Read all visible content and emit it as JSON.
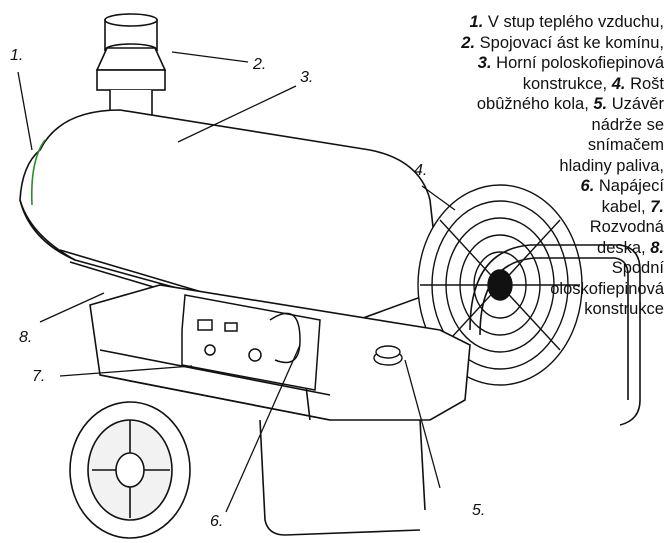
{
  "callouts": [
    "1.",
    "2.",
    "3.",
    "4.",
    "5.",
    "6.",
    "7.",
    "8."
  ],
  "legend_lines": [
    [
      {
        "t": "1.",
        "num": true
      },
      {
        "t": " V stup teplého vzduchu,"
      }
    ],
    [
      {
        "t": "2.",
        "num": true
      },
      {
        "t": " Spojovací ást ke komínu,"
      }
    ],
    [
      {
        "t": "3.",
        "num": true
      },
      {
        "t": " Horní poloskofiepinová"
      }
    ],
    [
      {
        "t": "konstrukce, "
      },
      {
        "t": "4.",
        "num": true
      },
      {
        "t": " Rošt"
      }
    ],
    [
      {
        "t": "obûžného kola, "
      },
      {
        "t": "5.",
        "num": true
      },
      {
        "t": " Uzávěr"
      }
    ],
    [
      {
        "t": "nádrže se"
      }
    ],
    [
      {
        "t": "snímačem"
      }
    ],
    [
      {
        "t": "hladiny paliva,"
      }
    ],
    [
      {
        "t": "6.",
        "num": true
      },
      {
        "t": " Napájecí"
      }
    ],
    [
      {
        "t": "kabel, "
      },
      {
        "t": "7.",
        "num": true
      }
    ],
    [
      {
        "t": "Rozvodná"
      }
    ],
    [
      {
        "t": "deska, "
      },
      {
        "t": "8.",
        "num": true
      }
    ],
    [
      {
        "t": "Spodní"
      }
    ],
    [
      {
        "t": "oloskofiepinová"
      }
    ],
    [
      {
        "t": "konstrukce"
      }
    ]
  ],
  "colors": {
    "line": "#111111",
    "accent": "#2e8b2e"
  }
}
